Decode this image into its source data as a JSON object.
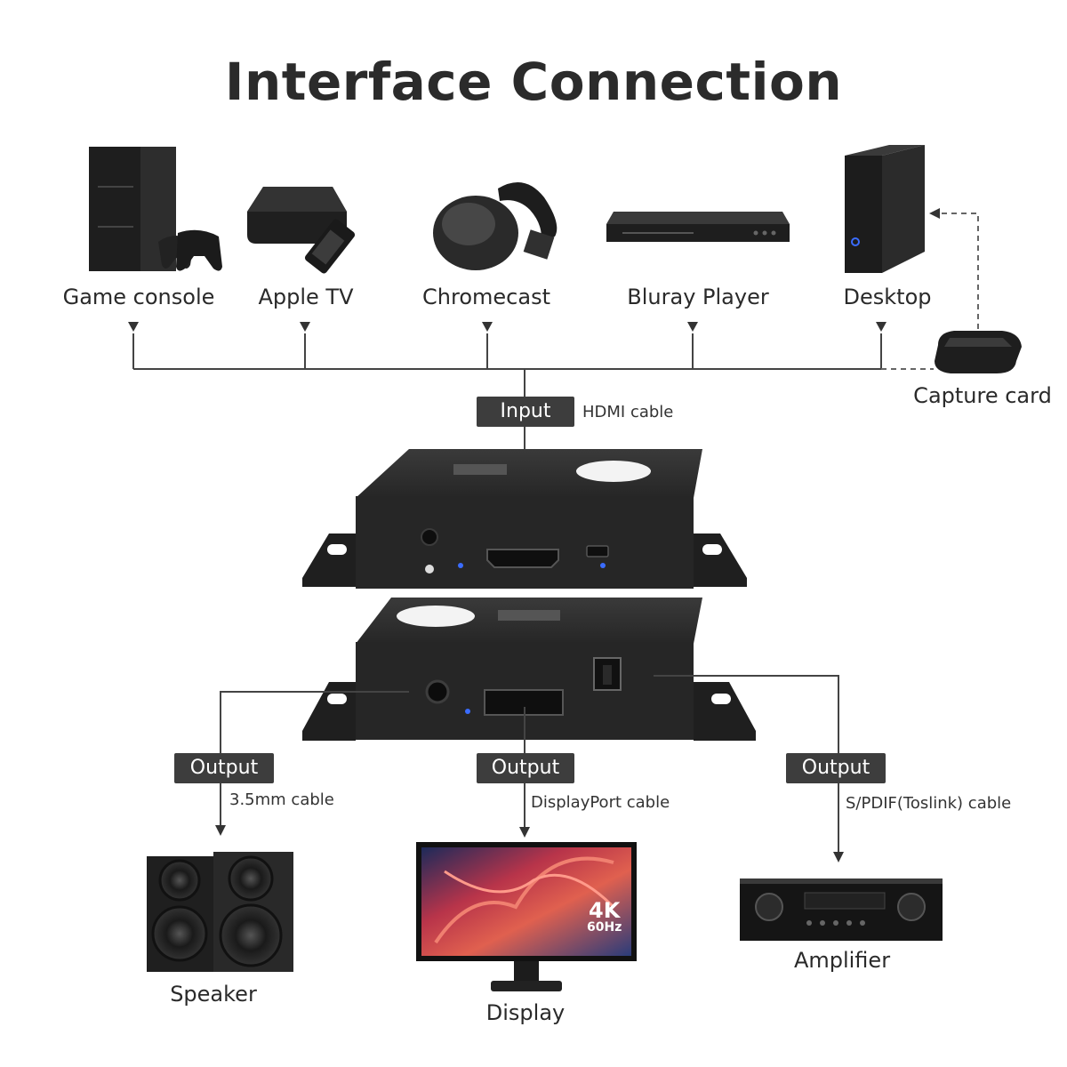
{
  "title": "Interface Connection",
  "sources": [
    {
      "label": "Game console",
      "icon": "game-console-icon"
    },
    {
      "label": "Apple TV",
      "icon": "apple-tv-icon"
    },
    {
      "label": "Chromecast",
      "icon": "chromecast-icon"
    },
    {
      "label": "Bluray Player",
      "icon": "bluray-player-icon"
    },
    {
      "label": "Desktop",
      "icon": "desktop-icon"
    }
  ],
  "capture_card": {
    "label": "Capture card",
    "icon": "capture-card-icon"
  },
  "input": {
    "tag": "Input",
    "cable": "HDMI cable"
  },
  "outputs": [
    {
      "tag": "Output",
      "cable": "3.5mm cable",
      "device": "Speaker",
      "icon": "speaker-icon"
    },
    {
      "tag": "Output",
      "cable": "DisplayPort cable",
      "device": "Display",
      "icon": "display-icon"
    },
    {
      "tag": "Output",
      "cable": "S/PDIF(Toslink) cable",
      "device": "Amplifier",
      "icon": "amplifier-icon"
    }
  ],
  "display_badge": {
    "resolution": "4K",
    "refresh": "60Hz"
  },
  "colors": {
    "tag_bg": "#3d3d3d",
    "device_body": "#2c2c2c",
    "line": "#444444",
    "led": "#3a6cff"
  }
}
